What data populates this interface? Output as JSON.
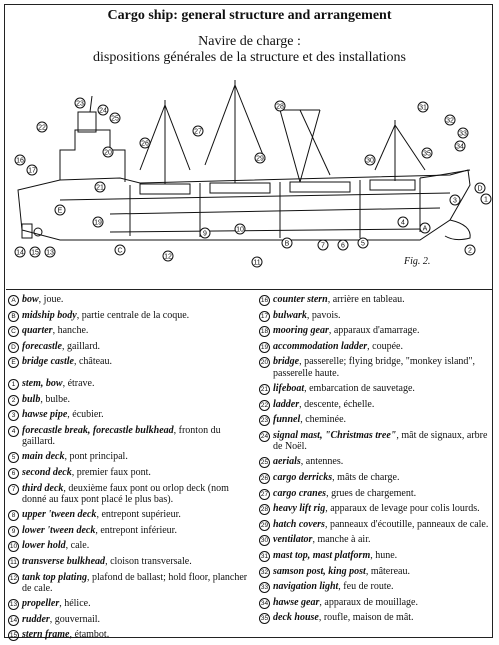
{
  "page": {
    "title": "Cargo ship: general structure and arrangement",
    "subtitle_line1": "Navire de charge :",
    "subtitle_line2": "dispositions générales de la structure et des installations",
    "figure_label": "Fig. 2."
  },
  "diagram": {
    "callouts": [
      "14",
      "15",
      "13",
      "16",
      "17",
      "22",
      "23",
      "24",
      "25",
      "21",
      "20",
      "19",
      "26",
      "27",
      "28",
      "29",
      "30",
      "31",
      "32",
      "33",
      "34",
      "35",
      "9",
      "12",
      "10",
      "11",
      "1",
      "2",
      "3",
      "4",
      "5",
      "6",
      "7",
      "8"
    ],
    "letters": [
      "C",
      "D",
      "E",
      "B",
      "A"
    ]
  },
  "legend": {
    "left": [
      {
        "mark": "A",
        "term": "bow",
        "rest": ", joue."
      },
      {
        "mark": "B",
        "term": "midship body",
        "rest": ", partie centrale de la coque."
      },
      {
        "mark": "C",
        "term": "quarter",
        "rest": ", hanche."
      },
      {
        "mark": "D",
        "term": "forecastle",
        "rest": ", gaillard."
      },
      {
        "mark": "E",
        "term": "bridge castle",
        "rest": ", château."
      },
      {
        "mark": "1",
        "term": "stem, bow",
        "rest": ", étrave."
      },
      {
        "mark": "2",
        "term": "bulb",
        "rest": ", bulbe."
      },
      {
        "mark": "3",
        "term": "hawse pipe",
        "rest": ", écubier."
      },
      {
        "mark": "4",
        "term": "forecastle break, forecastle bulkhead",
        "rest": ", fronton du gaillard."
      },
      {
        "mark": "5",
        "term": "main deck",
        "rest": ", pont principal."
      },
      {
        "mark": "6",
        "term": "second deck",
        "rest": ", premier faux pont."
      },
      {
        "mark": "7",
        "term": "third deck",
        "rest": ", deuxième faux pont ou orlop deck (nom donné au faux pont placé le plus bas)."
      },
      {
        "mark": "8",
        "term": "upper 'tween deck",
        "rest": ", entrepont supérieur."
      },
      {
        "mark": "9",
        "term": "lower 'tween deck",
        "rest": ", entrepont inférieur."
      },
      {
        "mark": "10",
        "term": "lower hold",
        "rest": ", cale."
      },
      {
        "mark": "11",
        "term": "transverse bulkhead",
        "rest": ", cloison transversale."
      },
      {
        "mark": "12",
        "term": "tank top plating",
        "rest": ", plafond de ballast; hold floor, plancher de cale."
      },
      {
        "mark": "13",
        "term": "propeller",
        "rest": ", hélice."
      },
      {
        "mark": "14",
        "term": "rudder",
        "rest": ", gouvernail."
      },
      {
        "mark": "15",
        "term": "stern frame",
        "rest": ", étambot."
      }
    ],
    "right": [
      {
        "mark": "16",
        "term": "counter stern",
        "rest": ", arrière en tableau."
      },
      {
        "mark": "17",
        "term": "bulwark",
        "rest": ", pavois."
      },
      {
        "mark": "18",
        "term": "mooring gear",
        "rest": ", apparaux d'amarrage."
      },
      {
        "mark": "19",
        "term": "accommodation ladder",
        "rest": ", coupée."
      },
      {
        "mark": "20",
        "term": "bridge",
        "rest": ", passerelle; flying bridge, \"monkey island\", passerelle haute."
      },
      {
        "mark": "21",
        "term": "lifeboat",
        "rest": ", embarcation de sauvetage."
      },
      {
        "mark": "22",
        "term": "ladder",
        "rest": ", descente, échelle."
      },
      {
        "mark": "23",
        "term": "funnel",
        "rest": ", cheminée."
      },
      {
        "mark": "24",
        "term": "signal mast, \"Christmas tree\"",
        "rest": ", mât de signaux, arbre de Noël."
      },
      {
        "mark": "25",
        "term": "aerials",
        "rest": ", antennes."
      },
      {
        "mark": "26",
        "term": "cargo derricks",
        "rest": ", mâts de charge."
      },
      {
        "mark": "27",
        "term": "cargo cranes",
        "rest": ", grues de chargement."
      },
      {
        "mark": "28",
        "term": "heavy lift rig",
        "rest": ", apparaux de levage pour colis lourds."
      },
      {
        "mark": "29",
        "term": "hatch covers",
        "rest": ", panneaux d'écoutille, panneaux de cale."
      },
      {
        "mark": "30",
        "term": "ventilator",
        "rest": ", manche à air."
      },
      {
        "mark": "31",
        "term": "mast top, mast platform",
        "rest": ", hune."
      },
      {
        "mark": "32",
        "term": "samson post, king post",
        "rest": ", mâtereau."
      },
      {
        "mark": "33",
        "term": "navigation light",
        "rest": ", feu de route."
      },
      {
        "mark": "34",
        "term": "hawse gear",
        "rest": ", apparaux de mouillage."
      },
      {
        "mark": "35",
        "term": "deck house",
        "rest": ", roufle, maison de mât."
      }
    ]
  }
}
